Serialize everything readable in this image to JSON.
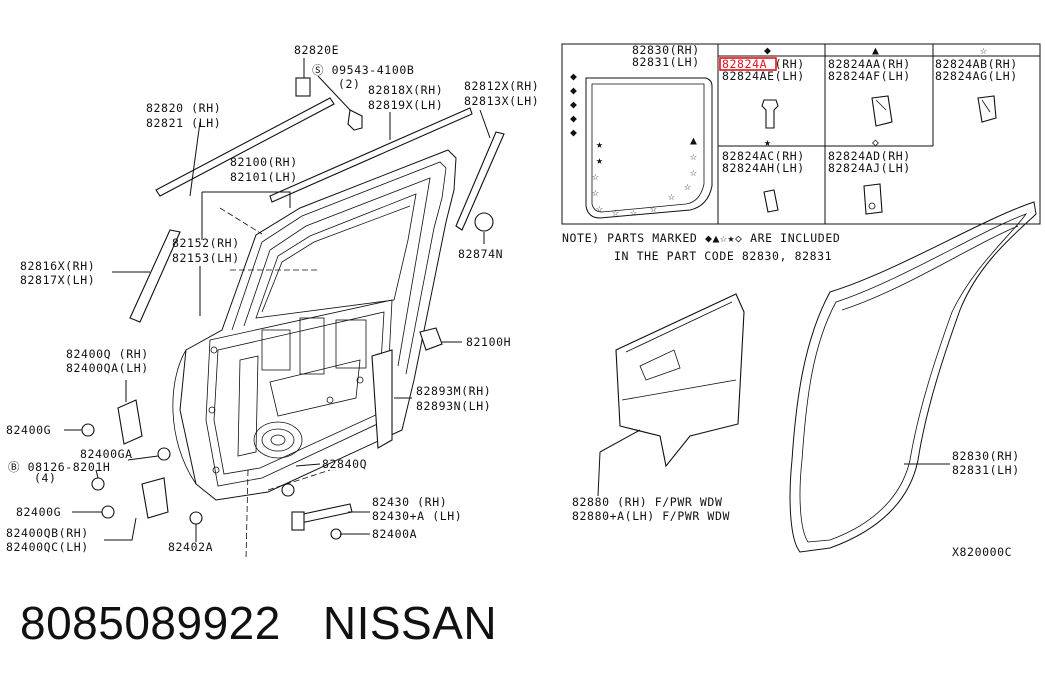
{
  "callouts": {
    "p82820e": "82820E",
    "bolt": "09543-4100B",
    "bolt_qty": "(2)",
    "p82820": "82820 (RH)",
    "p82821": "82821 (LH)",
    "p82818x": "82818X(RH)",
    "p82819x": "82819X(LH)",
    "p82812x": "82812X(RH)",
    "p82813x": "82813X(LH)",
    "p82100": "82100(RH)",
    "p82101": "82101(LH)",
    "p82152": "82152(RH)",
    "p82153": "82153(LH)",
    "p82816x": "82816X(RH)",
    "p82817x": "82817X(LH)",
    "p82874n": "82874N",
    "p82100h": "82100H",
    "p82400q": "82400Q (RH)",
    "p82400qa": "82400QA(LH)",
    "p82893m": "82893M(RH)",
    "p82893n": "82893N(LH)",
    "p82400g_a": "82400G",
    "p82400ga": "82400GA",
    "bolt2": "08126-8201H",
    "bolt2_qty": "(4)",
    "p82840q": "82840Q",
    "p82400g_b": "82400G",
    "p82430": "82430 (RH)",
    "p82430a": "82430+A (LH)",
    "p82400qb": "82400QB(RH)",
    "p82400qc": "82400QC(LH)",
    "p82400a": "82400A",
    "p82402a": "82402A",
    "p82880": "82880 (RH) F/PWR WDW",
    "p82880a": "82880+A(LH) F/PWR WDW",
    "p82830_main": "82830(RH)",
    "p82831_main": "82831(LH)",
    "diagram_code": "X820000C"
  },
  "inset": {
    "p82830": "82830(RH)",
    "p82831": "82831(LH)",
    "c1_l1": "82824A",
    "c1_l1_suffix": " (RH)",
    "c1_l2": "82824AE(LH)",
    "c2_l1": "82824AA(RH)",
    "c2_l2": "82824AF(LH)",
    "c3_l1": "82824AB(RH)",
    "c3_l2": "82824AG(LH)",
    "c4_l1": "82824AC(RH)",
    "c4_l2": "82824AH(LH)",
    "c5_l1": "82824AD(RH)",
    "c5_l2": "82824AJ(LH)",
    "note_line1": "NOTE) PARTS MARKED ◆▲☆★◇ ARE INCLUDED",
    "note_line2": "IN THE PART CODE 82830, 82831"
  },
  "footer": {
    "part_number": "8085089922",
    "brand": "NISSAN"
  },
  "colors": {
    "line": "#111111",
    "highlight": "#e8121a",
    "background": "#ffffff"
  }
}
